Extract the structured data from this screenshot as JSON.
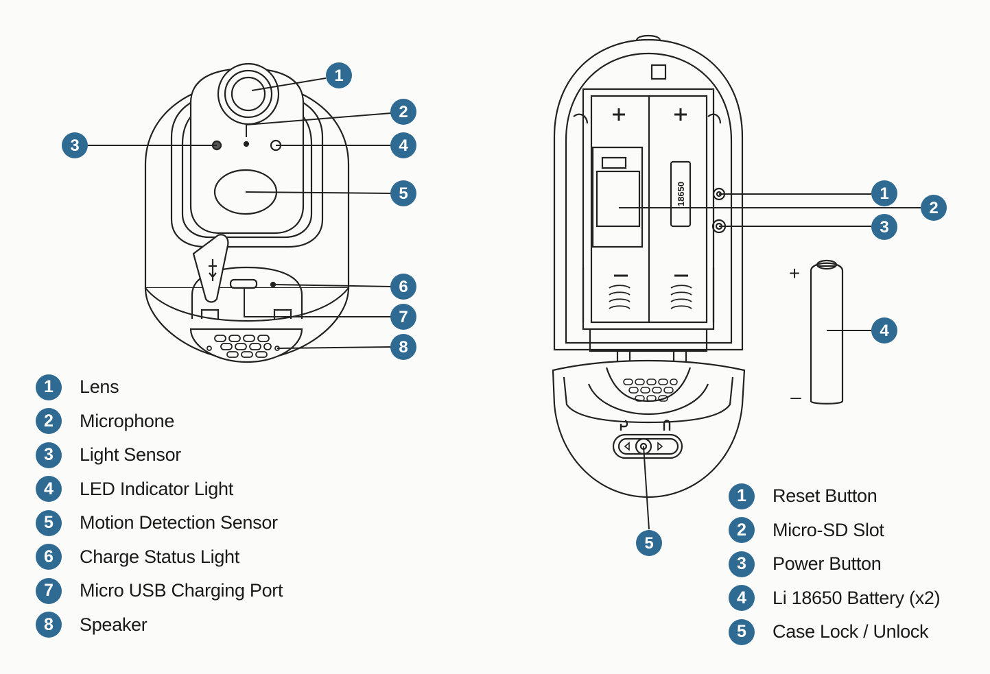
{
  "colors": {
    "badge": "#2f6a93",
    "line": "#222222"
  },
  "front_view": {
    "callouts": [
      "1",
      "2",
      "3",
      "4",
      "5",
      "6",
      "7",
      "8"
    ],
    "legend": [
      {
        "num": "1",
        "label": "Lens"
      },
      {
        "num": "2",
        "label": "Microphone"
      },
      {
        "num": "3",
        "label": "Light Sensor"
      },
      {
        "num": "4",
        "label": "LED Indicator Light"
      },
      {
        "num": "5",
        "label": "Motion Detection Sensor"
      },
      {
        "num": "6",
        "label": "Charge Status Light"
      },
      {
        "num": "7",
        "label": "Micro USB Charging Port"
      },
      {
        "num": "8",
        "label": "Speaker"
      }
    ]
  },
  "back_view": {
    "callouts": [
      "1",
      "2",
      "3",
      "4",
      "5"
    ],
    "battery_text": "18650",
    "plus_sign": "+",
    "minus_sign": "–",
    "legend": [
      {
        "num": "1",
        "label": "Reset Button"
      },
      {
        "num": "2",
        "label": "Micro-SD Slot"
      },
      {
        "num": "3",
        "label": "Power Button"
      },
      {
        "num": "4",
        "label": "Li 18650 Battery (x2)"
      },
      {
        "num": "5",
        "label": "Case Lock / Unlock"
      }
    ]
  }
}
